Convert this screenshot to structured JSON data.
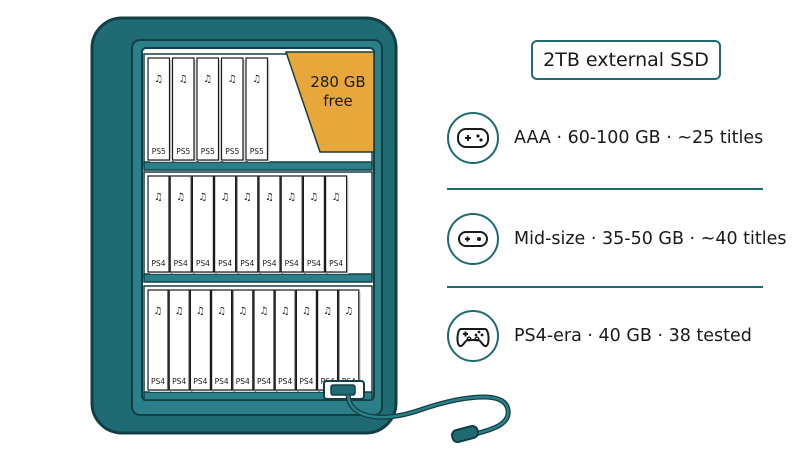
{
  "title_box": "2TB external SSD",
  "free_space": {
    "line1": "280 GB",
    "line2": "free"
  },
  "shelves": [
    {
      "label": "PS5",
      "count": 5
    },
    {
      "label": "PS4",
      "count": 9
    },
    {
      "label": "PS4",
      "count": 10
    }
  ],
  "features": [
    {
      "icon": "gamepad-icon",
      "text": "AAA · 60-100 GB · ~25 titles"
    },
    {
      "icon": "controller-icon",
      "text": "Mid-size · 35-50 GB · ~40 titles"
    },
    {
      "icon": "dualshock-icon",
      "text": "PS4-era · 40 GB · 38 tested"
    }
  ],
  "colors": {
    "frame": "#1e6b73",
    "free_space": "#e8a73a",
    "case_spine": "#ffffff"
  }
}
